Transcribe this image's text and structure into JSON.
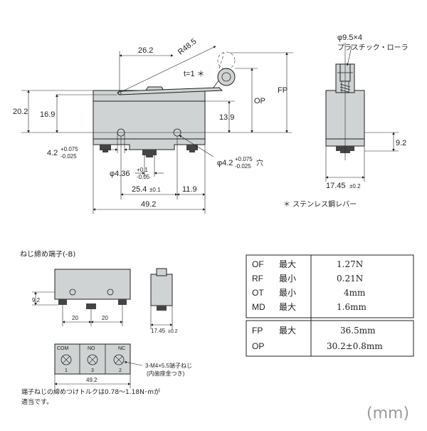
{
  "unit_label": "(mm)",
  "main_view": {
    "dims": {
      "d26_2": "26.2",
      "r48_5": "R48.5",
      "t1": "t=1 ＊",
      "d20_2": "20.2",
      "d16_9": "16.9",
      "d13_9": "13.9",
      "op": "OP",
      "fp": "FP",
      "hole_left": "4.2",
      "hole_left_tol_up": "+0.075",
      "hole_left_tol_dn": "-0.025",
      "d4_36": "φ4.36",
      "d4_36_tol_up": "+0.1",
      "d4_36_tol_dn": "-0.05",
      "hole_right": "φ4.2",
      "hole_right_tol_up": "+0.075",
      "hole_right_tol_dn": "-0.025",
      "hole_right_suffix": "穴",
      "d25_4": "25.4",
      "d25_4_tol": "±0.1",
      "d11_9": "11.9",
      "d49_2": "49.2"
    }
  },
  "side_view": {
    "roller_label": "φ9.5×4",
    "roller_desc": "プラスチック・ローラ",
    "d9_2": "9.2",
    "d17_45": "17.45",
    "d17_45_tol": "±0.2"
  },
  "note_lever": "＊ ステンレス鋼レバー",
  "screw_terminal": {
    "title": "ねじ締め端子(-B)",
    "d9_2": "9.2",
    "d20_a": "20",
    "d20_b": "20",
    "d17_45": "17.45",
    "d17_45_tol": "±0.2",
    "d49_2": "49.2",
    "terminal_labels": [
      "COM",
      "NO",
      "NC"
    ],
    "terminal_numbers": [
      "1",
      "3",
      "2"
    ],
    "screw_note_1": "3-M4×5.5端子ねじ",
    "screw_note_2": "(内歯座金つき)",
    "torque_note_1": "端子ねじの締めつけトルクは0.78～1.18N･mが",
    "torque_note_2": "適当です。"
  },
  "spec_table": {
    "rows_top": [
      {
        "code": "OF",
        "cond": "最大",
        "value": "1.27N"
      },
      {
        "code": "RF",
        "cond": "最小",
        "value": "0.21N"
      },
      {
        "code": "OT",
        "cond": "最小",
        "value": "4mm"
      },
      {
        "code": "MD",
        "cond": "最大",
        "value": "1.6mm"
      }
    ],
    "rows_bottom": [
      {
        "code": "FP",
        "cond": "最大",
        "value": "36.5mm"
      },
      {
        "code": "OP",
        "cond": "",
        "value": "30.2±0.8mm"
      }
    ]
  }
}
